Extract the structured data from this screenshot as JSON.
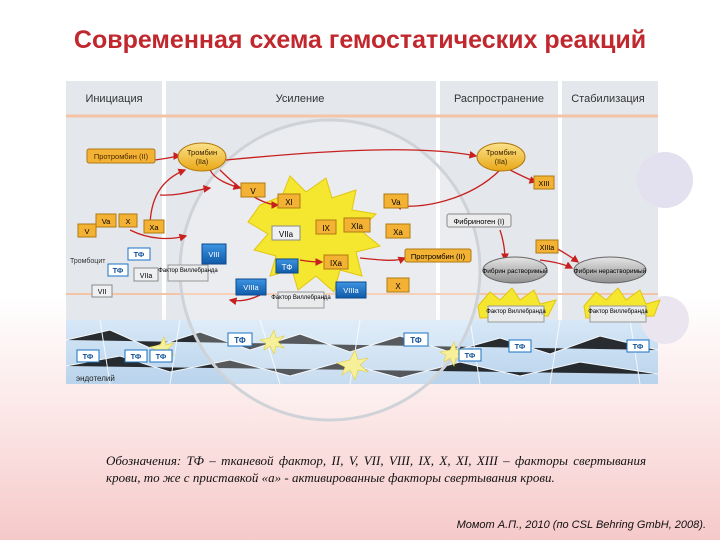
{
  "title": "Современная схема гемостатических реакций",
  "phases": [
    "Инициация",
    "Усиление",
    "Распространение",
    "Стабилизация"
  ],
  "nodes": {
    "prothrombin_left": "Протромбин (II)",
    "thrombin_left": "Тромбин",
    "thrombin_left_sub": "(IIa)",
    "thrombin_right": "Тромбин",
    "thrombin_right_sub": "(IIa)",
    "xiii": "XIII",
    "v_top": "V",
    "xi_top": "XI",
    "va_top": "Va",
    "xia": "XIa",
    "ix": "IX",
    "xa_mid": "Xa",
    "viia_mid": "VIIa",
    "fibrinogen": "Фибриноген (I)",
    "xiiia": "XIIIa",
    "va_left": "Va",
    "x_left": "X",
    "xa_left": "Xa",
    "v_left": "V",
    "tf_platelet": "ТФ",
    "viia_left": "VIIa",
    "vii": "VII",
    "viii": "VIII",
    "vwf_left": "Фактор Виллебранда",
    "tf_mid": "ТФ",
    "ixa": "IXa",
    "prothrombin_mid": "Протромбин (II)",
    "fibrin_soluble": "Фибрин растворимый",
    "fibrin_insoluble": "Фибрин нерастворимый",
    "viiia": "VIIIa",
    "vwf_mid": "Фактор Виллебранда",
    "viiia_right": "VIIIa",
    "x_right": "X",
    "vwf_r1": "Фактор Виллебранда",
    "vwf_r2": "Фактор Виллебранда",
    "tf_small": "ТФ"
  },
  "labels": {
    "platelet": "Тромбоцит",
    "endothelium": "эндотелий"
  },
  "tf_labels": [
    "ТФ",
    "ТФ",
    "ТФ",
    "ТФ",
    "ТФ",
    "ТФ",
    "ТФ",
    "ТФ"
  ],
  "legend": "Обозначения: ТФ – тканевой фактор, II, V, VII, VIII, IX, X, XI, XIII – факторы свертывания крови, то же с приставкой «а» - активированные факторы свертывания крови.",
  "citation": "Момот А.П., 2010 (по CSL Behring GmbH, 2008).",
  "colors": {
    "title": "#c0282e",
    "orange_box": "#f4b234",
    "yellow_ellipse": "#f6c23c",
    "blue_box": "#1a73c6",
    "red_arrow": "#c8201e",
    "star": "#f5e62f"
  }
}
